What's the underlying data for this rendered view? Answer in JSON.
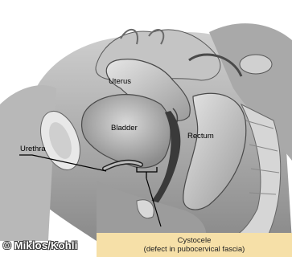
{
  "labels": {
    "uterus": "Uterus",
    "bladder": "Bladder",
    "rectum": "Rectum",
    "urethra": "Urethra"
  },
  "caption": {
    "line1": "Cystocele",
    "line2": "(defect in pubocervical fascia)"
  },
  "credit": "© Miklos/Kohli",
  "colors": {
    "caption_bg": "#f6e0a8",
    "line": "#000000"
  }
}
